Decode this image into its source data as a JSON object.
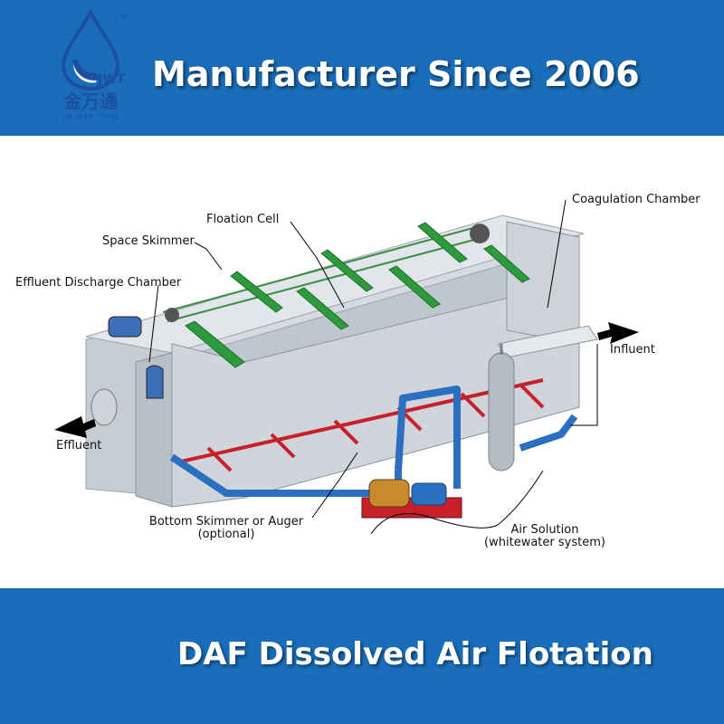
{
  "header": {
    "headline": "Manufacturer Since 2006",
    "logo": {
      "mark": "JWT",
      "chinese": "金万通",
      "english": "JIN WAN TONG",
      "registered": "®"
    }
  },
  "diagram": {
    "labels": {
      "floation_cell": "Floation Cell",
      "coagulation_chamber": "Coagulation Chamber",
      "space_skimmer": "Space Skimmer",
      "effluent_discharge_chamber": "Effluent Discharge Chamber",
      "influent": "Influent",
      "effluent": "Effluent",
      "bottom_skimmer": "Bottom Skimmer or Auger",
      "bottom_skimmer_note": "(optional)",
      "air_solution": "Air Solution",
      "air_solution_note": "(whitewater system)"
    }
  },
  "footer": {
    "title": "DAF Dissolved Air Flotation"
  },
  "colors": {
    "banner": "#1a6db8",
    "skimmer_green": "#2e9a3e",
    "pipe_blue": "#2b6fc0",
    "collector_red": "#c8202a",
    "tank_gray": "#c9cfd6"
  }
}
